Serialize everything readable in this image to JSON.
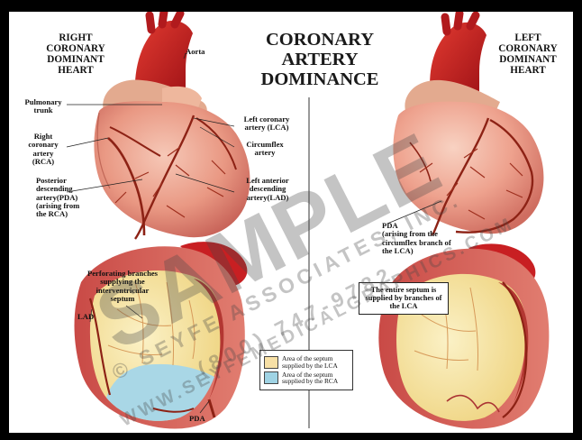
{
  "title": [
    "CORONARY",
    "ARTERY",
    "DOMINANCE"
  ],
  "left_heading": [
    "RIGHT",
    "CORONARY",
    "DOMINANT",
    "HEART"
  ],
  "right_heading": [
    "LEFT",
    "CORONARY",
    "DOMINANT",
    "HEART"
  ],
  "labels": {
    "aorta": "Aorta",
    "pulmonary_trunk": [
      "Pulmonary",
      "trunk"
    ],
    "rca": [
      "Right",
      "coronary",
      "artery",
      "(RCA)"
    ],
    "lca": [
      "Left coronary",
      "artery (LCA)"
    ],
    "circumflex": [
      "Circumflex",
      "artery"
    ],
    "pda_rca": [
      "Posterior",
      "descending",
      "artery(PDA)",
      "(arising from",
      "the RCA)"
    ],
    "lad_top": [
      "Left anterior",
      "descending",
      "artery(LAD)"
    ],
    "pda_lca": [
      "PDA",
      "(arising from the",
      "circumflex branch of",
      "the LCA)"
    ],
    "perforating": [
      "Perforating branches",
      "supplying the",
      "interventricular",
      "septum"
    ],
    "lad": "LAD",
    "pda": "PDA"
  },
  "callout": "The entire septum is supplied by branches of the LCA",
  "legend": [
    {
      "text": "Area of the septum supplied by the LCA",
      "color": "#f7e0a6"
    },
    {
      "text": "Area of the septum supplied by the RCA",
      "color": "#9fd3e4"
    }
  ],
  "colors": {
    "aorta": "#c81f22",
    "heart": "#e58c80",
    "heart_light": "#f3b7a6",
    "artery": "#9a2a18",
    "septum_lca": "#f3df8c",
    "septum_rca": "#a9d7e6"
  },
  "watermark": {
    "main": "SAMPLE",
    "line1": "© SEYFE ASSOCIATES, INC.",
    "line2": "(800) 747-9782",
    "line3": "WWW.SEYFEMEDICALGRAPHICS.COM"
  }
}
